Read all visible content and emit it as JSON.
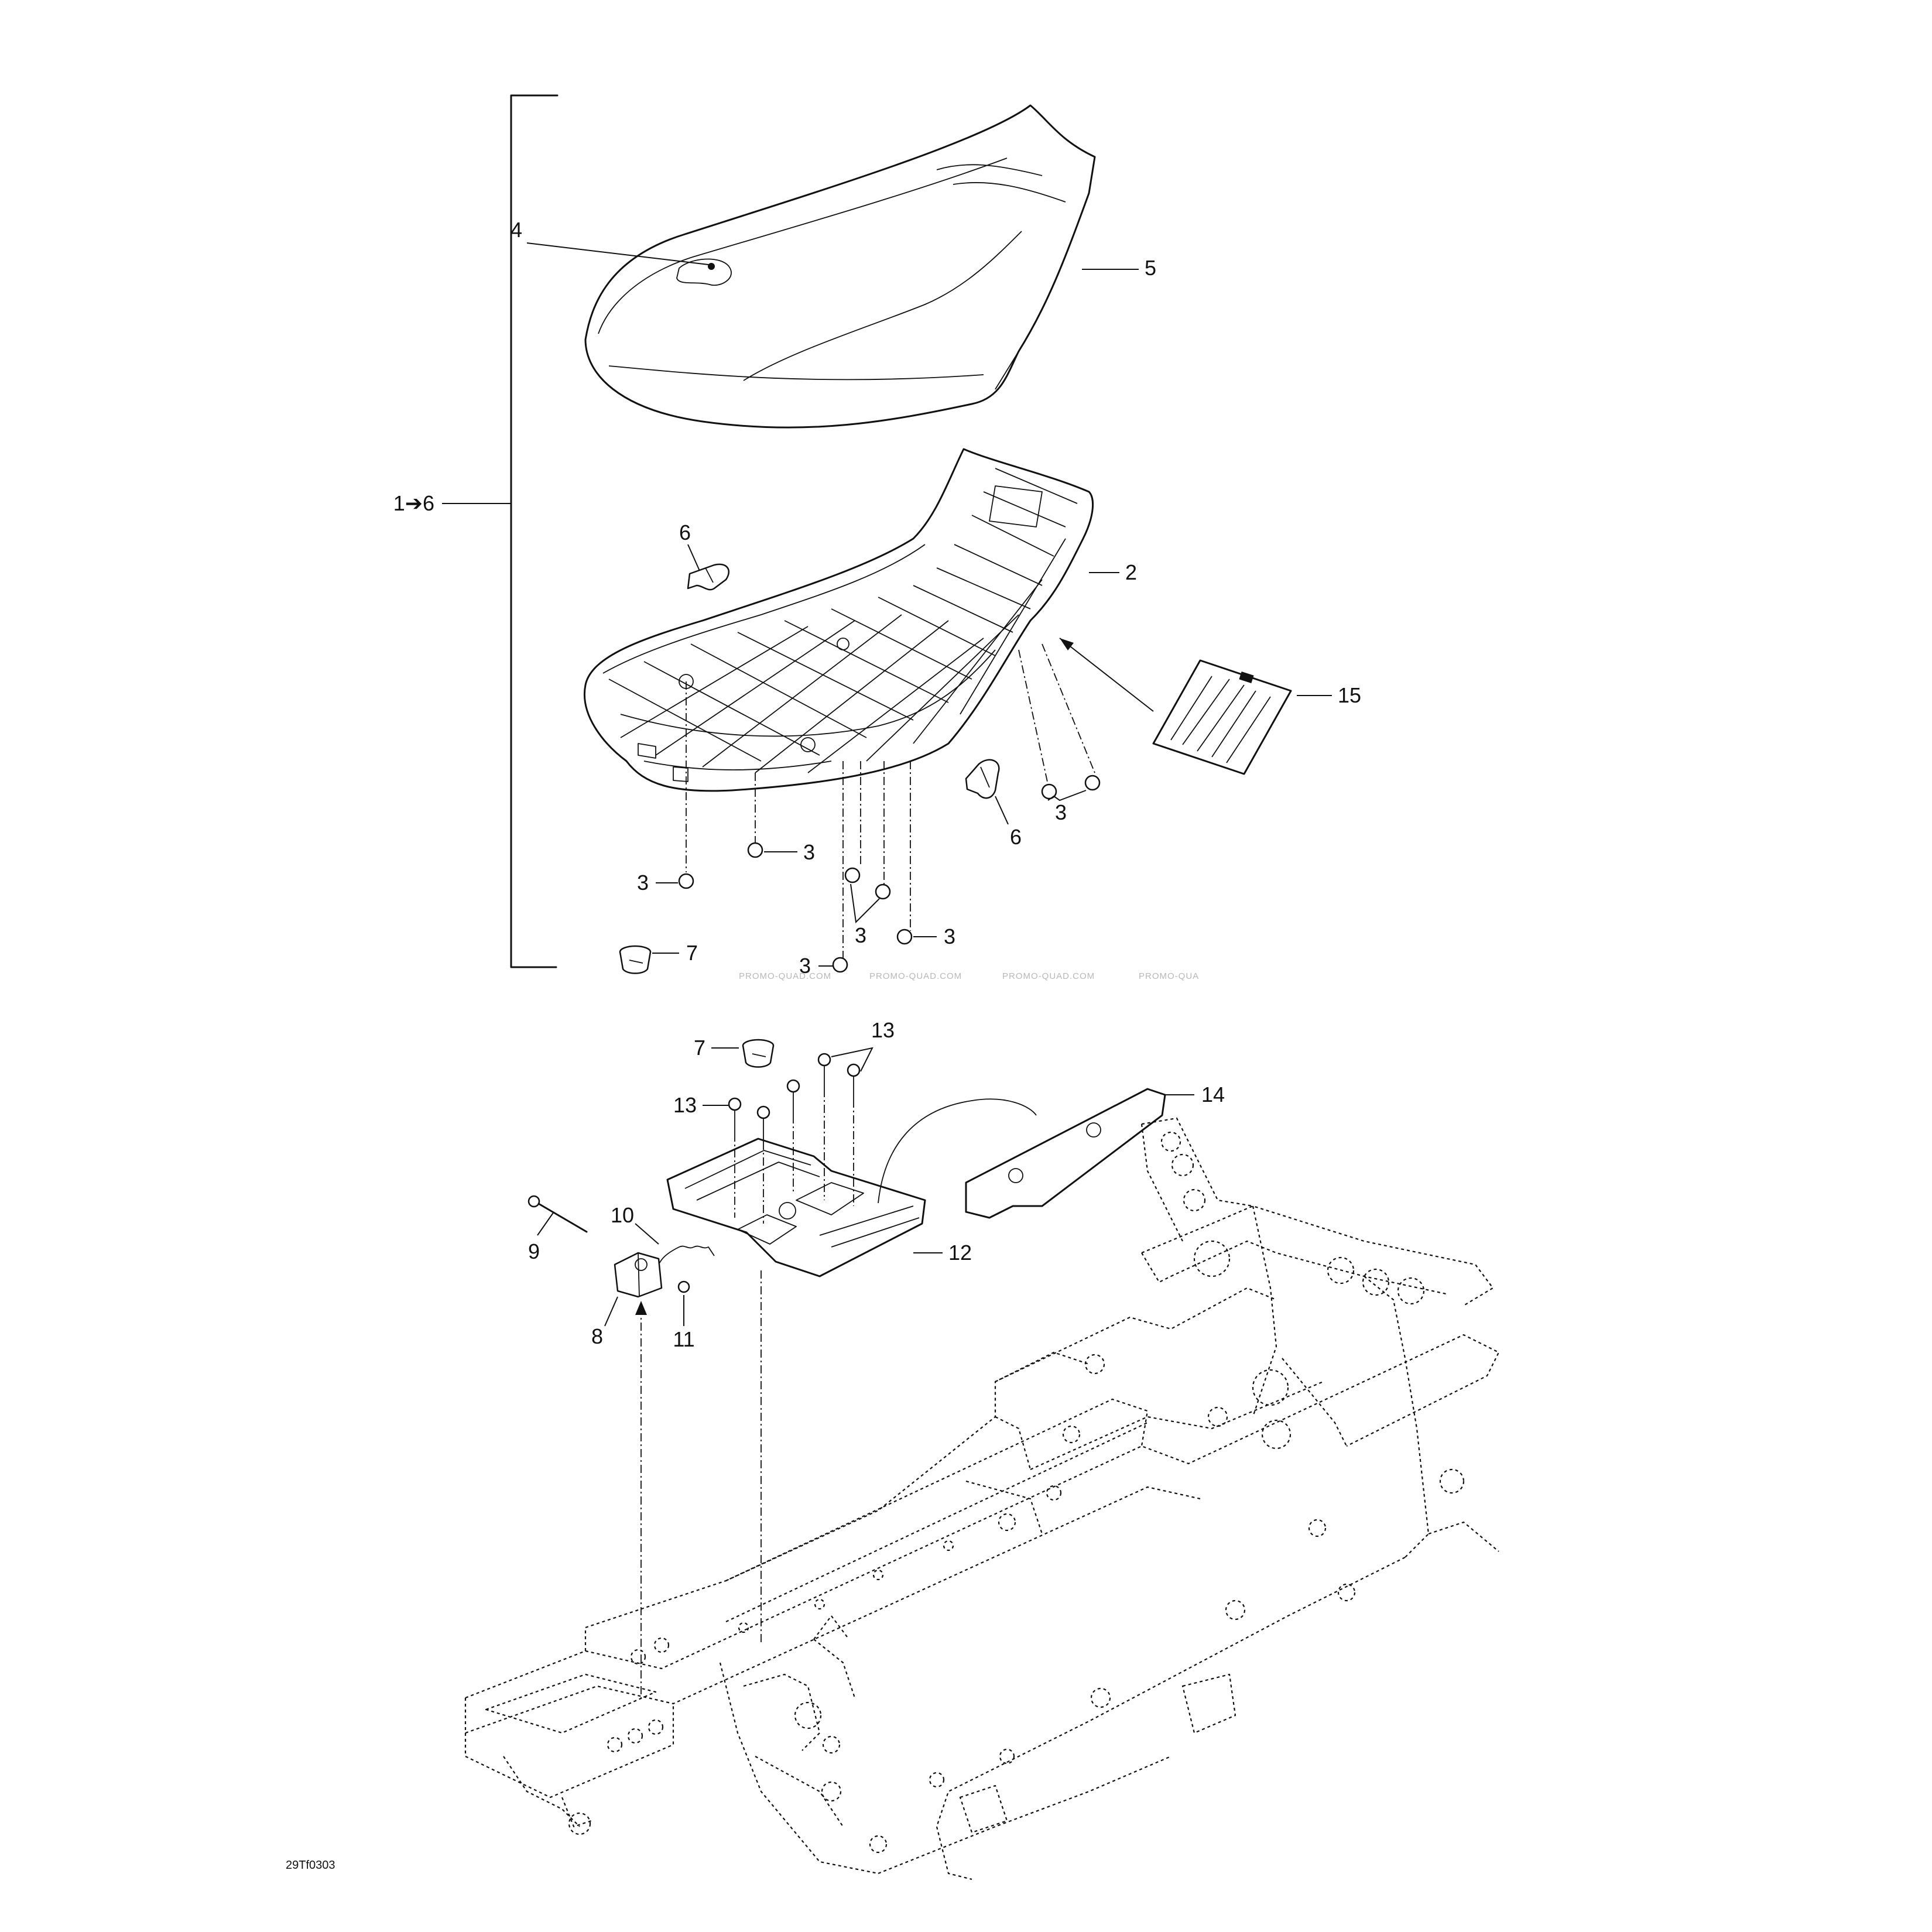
{
  "drawing_code": "29Tf0303",
  "watermarks": [
    "PROMO-QUAD.COM",
    "PROMO-QUAD.COM",
    "PROMO-QUAD.COM",
    "PROMO-QUA"
  ],
  "callouts": {
    "c1to6": "1➔6",
    "c2": "2",
    "c3": "3",
    "c4": "4",
    "c5": "5",
    "c6": "6",
    "c7": "7",
    "c8": "8",
    "c9": "9",
    "c10": "10",
    "c11": "11",
    "c12": "12",
    "c13": "13",
    "c14": "14",
    "c15": "15"
  }
}
